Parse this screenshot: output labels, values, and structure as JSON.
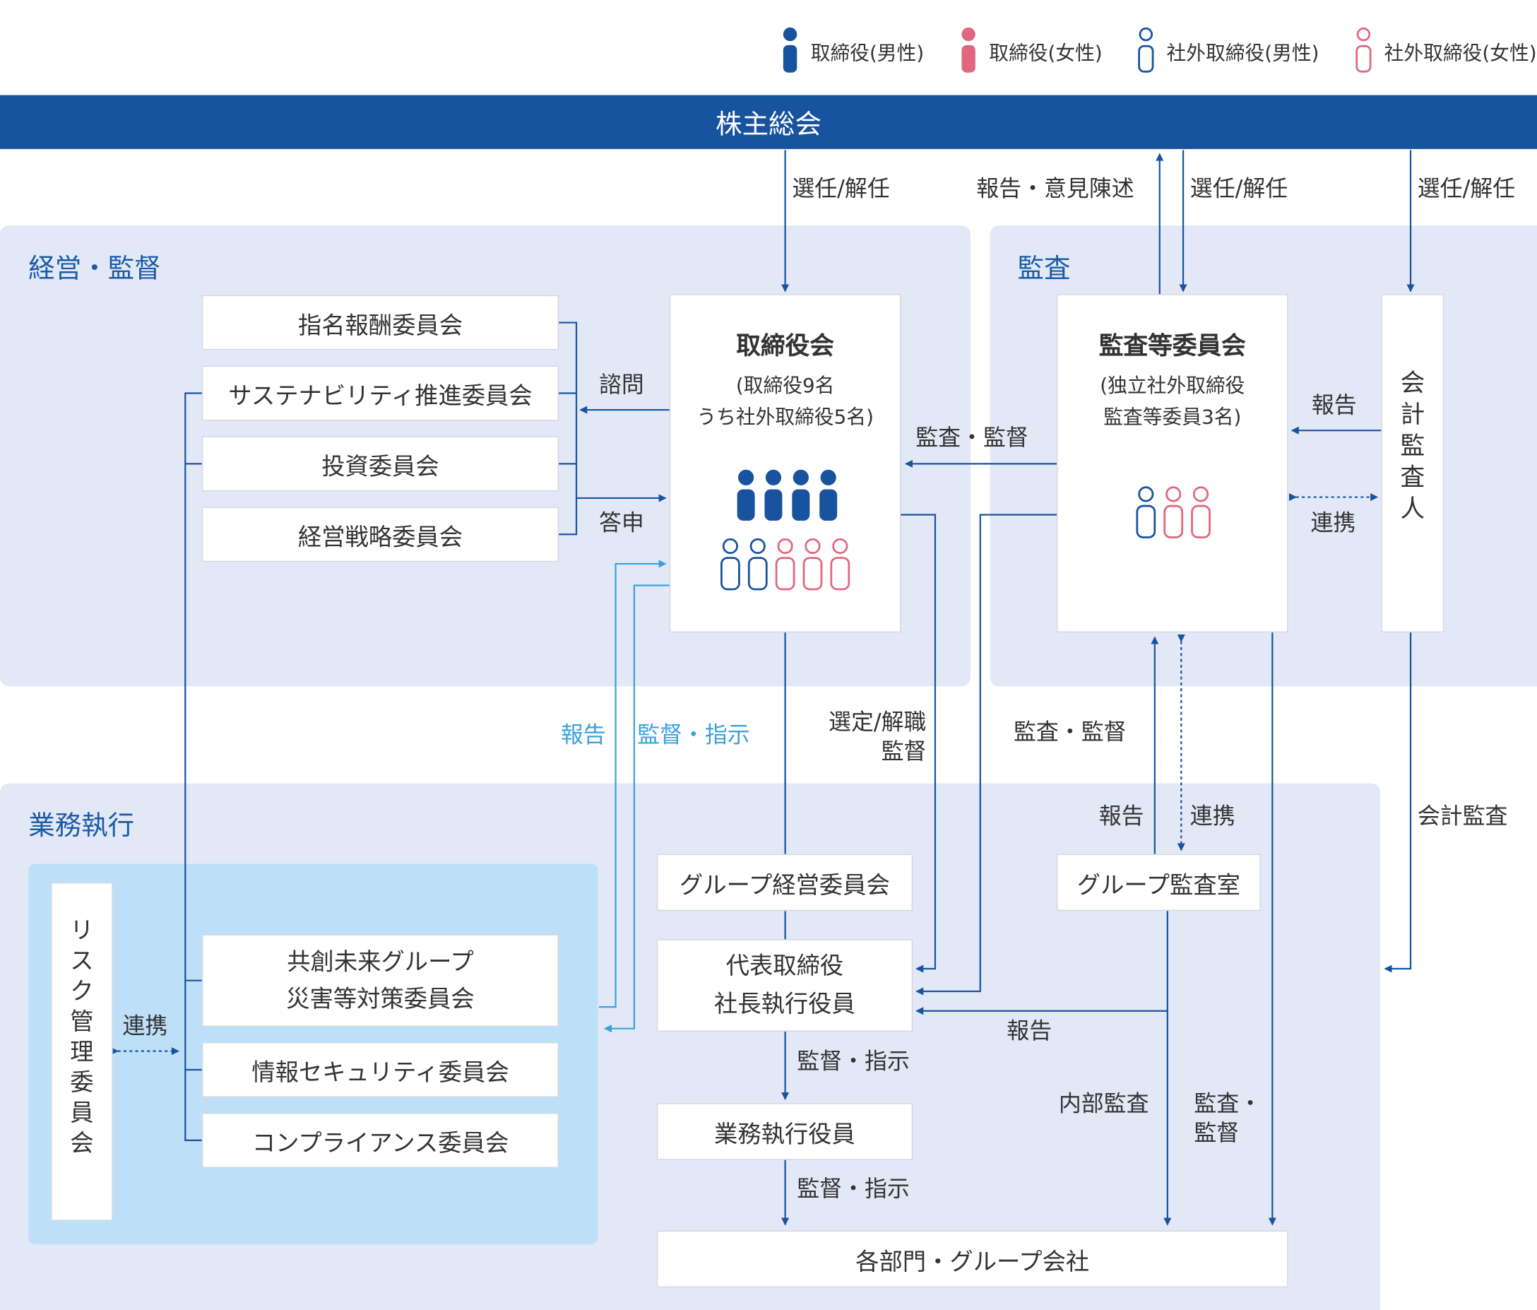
{
  "legend": [
    {
      "label": "取締役(男性)",
      "color": "#18539f",
      "outline": false
    },
    {
      "label": "取締役(女性)",
      "color": "#e0677f",
      "outline": false
    },
    {
      "label": "社外取締役(男性)",
      "color": "#18539f",
      "outline": true
    },
    {
      "label": "社外取締役(女性)",
      "color": "#e0677f",
      "outline": true
    }
  ],
  "banner": "株主総会",
  "regions": {
    "management": "経営・監督",
    "audit": "監査",
    "execution": "業務執行"
  },
  "committees_left": [
    "指名報酬委員会",
    "サステナビリティ推進委員会",
    "投資委員会",
    "経営戦略委員会"
  ],
  "board": {
    "title": "取締役会",
    "sub1": "(取締役9名",
    "sub2": "うち社外取締役5名)",
    "directors_male": 4,
    "outside_male": 2,
    "outside_female": 3
  },
  "audit_committee": {
    "title": "監査等委員会",
    "sub1": "(独立社外取締役",
    "sub2": "監査等委員3名)",
    "outside_male": 1,
    "outside_female": 2
  },
  "auditor": "会計監査人",
  "risk": "リスク管理委員会",
  "execution_committees": [
    [
      "共創未来グループ",
      "災害等対策委員会"
    ],
    [
      "情報セキュリティ委員会"
    ],
    [
      "コンプライアンス委員会"
    ]
  ],
  "group_mgmt": "グループ経営委員会",
  "president": [
    "代表取締役",
    "社長執行役員"
  ],
  "officers": "業務執行役員",
  "group_audit": "グループ監査室",
  "divisions": "各部門・グループ会社",
  "labels": {
    "elect_board": "選任/解任",
    "report_opinion": "報告・意見陳述",
    "elect_audit": "選任/解任",
    "elect_auditor": "選任/解任",
    "consult": "諮問",
    "answer": "答申",
    "audit_supervise_board": "監査・監督",
    "auditor_report": "報告",
    "auditor_cooperate": "連携",
    "report_blue": "報告",
    "supervise_instruct_blue": "監督・指示",
    "select_dismiss": "選定/解職",
    "supervise": "監督",
    "audit_supervise_mid": "監査・監督",
    "group_audit_report": "報告",
    "group_audit_cooperate": "連携",
    "accounting_audit": "会計監査",
    "risk_cooperate": "連携",
    "president_report": "報告",
    "supervise_instruct_1": "監督・指示",
    "supervise_instruct_2": "監督・指示",
    "internal_audit": "内部監査",
    "audit_supervise_bottom_1": "監査・",
    "audit_supervise_bottom_2": "監督"
  },
  "colors": {
    "navy": "#18539f",
    "pink": "#e0677f",
    "lightblue": "#3aa1dc",
    "region": "#e2e8f6",
    "risk_bg": "#bde0f8"
  }
}
